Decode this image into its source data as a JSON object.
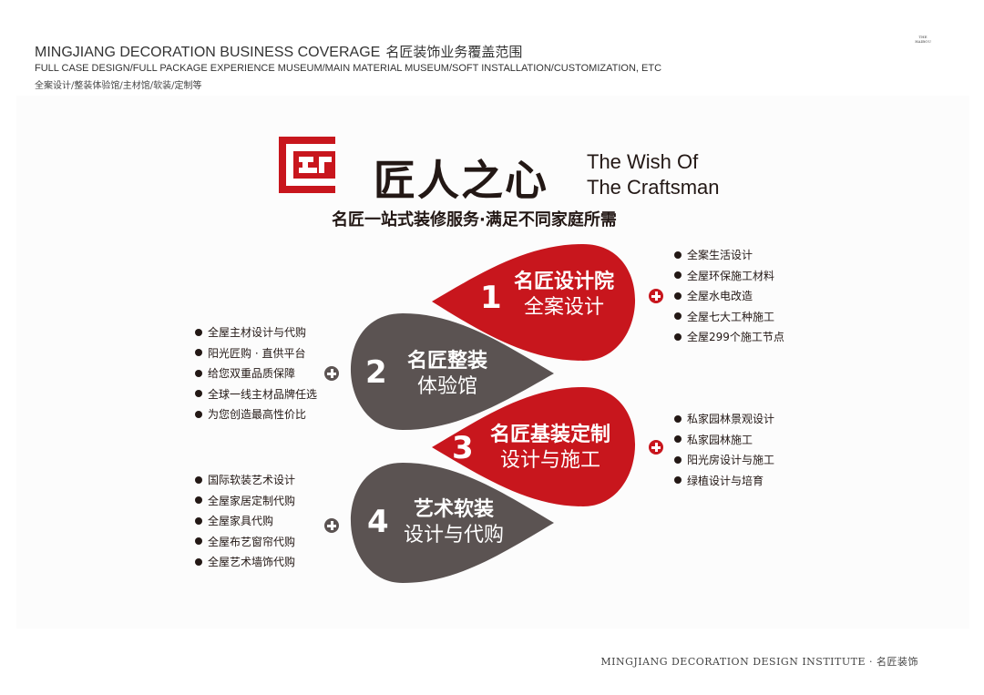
{
  "header": {
    "title_en": "MINGJIANG DECORATION BUSINESS COVERAGE",
    "title_cn": "名匠装饰业务覆盖范围",
    "subtitle_en": "FULL CASE DESIGN/FULL PACKAGE EXPERIENCE MUSEUM/MAIN MATERIAL MUSEUM/SOFT INSTALLATION/CUSTOMIZATION, ETC",
    "subtitle_cn": "全案设计/整装体验馆/主材馆/软装/定制等",
    "corner_line1": "THE",
    "corner_line2": "HAIBOU"
  },
  "brand": {
    "name_cn": "匠人之心",
    "wish_line1": "The Wish Of",
    "wish_line2": "The Craftsman",
    "tagline": "名匠一站式装修服务·满足不同家庭所需"
  },
  "colors": {
    "red": "#c8161d",
    "gray": "#5b5352",
    "text": "#231815"
  },
  "sections": [
    {
      "number": "1",
      "title": "名匠设计院",
      "subtitle": "全案设计",
      "color": "red",
      "items": [
        "全案生活设计",
        "全屋环保施工材料",
        "全屋水电改造",
        "全屋七大工种施工",
        "全屋299个施工节点"
      ]
    },
    {
      "number": "2",
      "title": "名匠整装",
      "subtitle": "体验馆",
      "color": "gray",
      "items": [
        "全屋主材设计与代购",
        "阳光匠购 · 直供平台",
        "给您双重品质保障",
        "全球一线主材品牌任选",
        "为您创造最高性价比"
      ]
    },
    {
      "number": "3",
      "title": "名匠基装定制",
      "subtitle": "设计与施工",
      "color": "red",
      "items": [
        "私家园林景观设计",
        "私家园林施工",
        "阳光房设计与施工",
        "绿植设计与培育"
      ]
    },
    {
      "number": "4",
      "title": "艺术软装",
      "subtitle": "设计与代购",
      "color": "gray",
      "items": [
        "国际软装艺术设计",
        "全屋家居定制代购",
        "全屋家具代购",
        "全屋布艺窗帘代购",
        "全屋艺术墙饰代购"
      ]
    }
  ],
  "footer": {
    "text": "MINGJIANG DECORATION DESIGN INSTITUTE · 名匠装饰"
  }
}
